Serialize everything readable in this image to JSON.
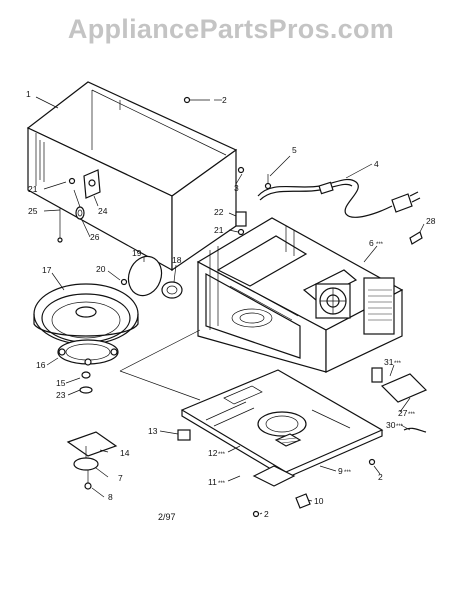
{
  "watermark": "AppliancePartsPros.com",
  "date_code": "2/97",
  "parts": [
    {
      "number": "1",
      "note": ""
    },
    {
      "number": "2",
      "note": ""
    },
    {
      "number": "2",
      "note": ""
    },
    {
      "number": "2",
      "note": ""
    },
    {
      "number": "3",
      "note": ""
    },
    {
      "number": "4",
      "note": ""
    },
    {
      "number": "5",
      "note": ""
    },
    {
      "number": "6",
      "note": "***"
    },
    {
      "number": "7",
      "note": ""
    },
    {
      "number": "8",
      "note": ""
    },
    {
      "number": "9",
      "note": "***"
    },
    {
      "number": "10",
      "note": ""
    },
    {
      "number": "11",
      "note": "***"
    },
    {
      "number": "12",
      "note": "***"
    },
    {
      "number": "13",
      "note": ""
    },
    {
      "number": "14",
      "note": ""
    },
    {
      "number": "15",
      "note": ""
    },
    {
      "number": "16",
      "note": ""
    },
    {
      "number": "17",
      "note": ""
    },
    {
      "number": "18",
      "note": ""
    },
    {
      "number": "19",
      "note": ""
    },
    {
      "number": "20",
      "note": ""
    },
    {
      "number": "21",
      "note": ""
    },
    {
      "number": "21",
      "note": ""
    },
    {
      "number": "22",
      "note": ""
    },
    {
      "number": "23",
      "note": ""
    },
    {
      "number": "24",
      "note": ""
    },
    {
      "number": "25",
      "note": ""
    },
    {
      "number": "26",
      "note": ""
    },
    {
      "number": "27",
      "note": "***"
    },
    {
      "number": "28",
      "note": ""
    },
    {
      "number": "30",
      "note": "***"
    },
    {
      "number": "31",
      "note": "***"
    }
  ]
}
